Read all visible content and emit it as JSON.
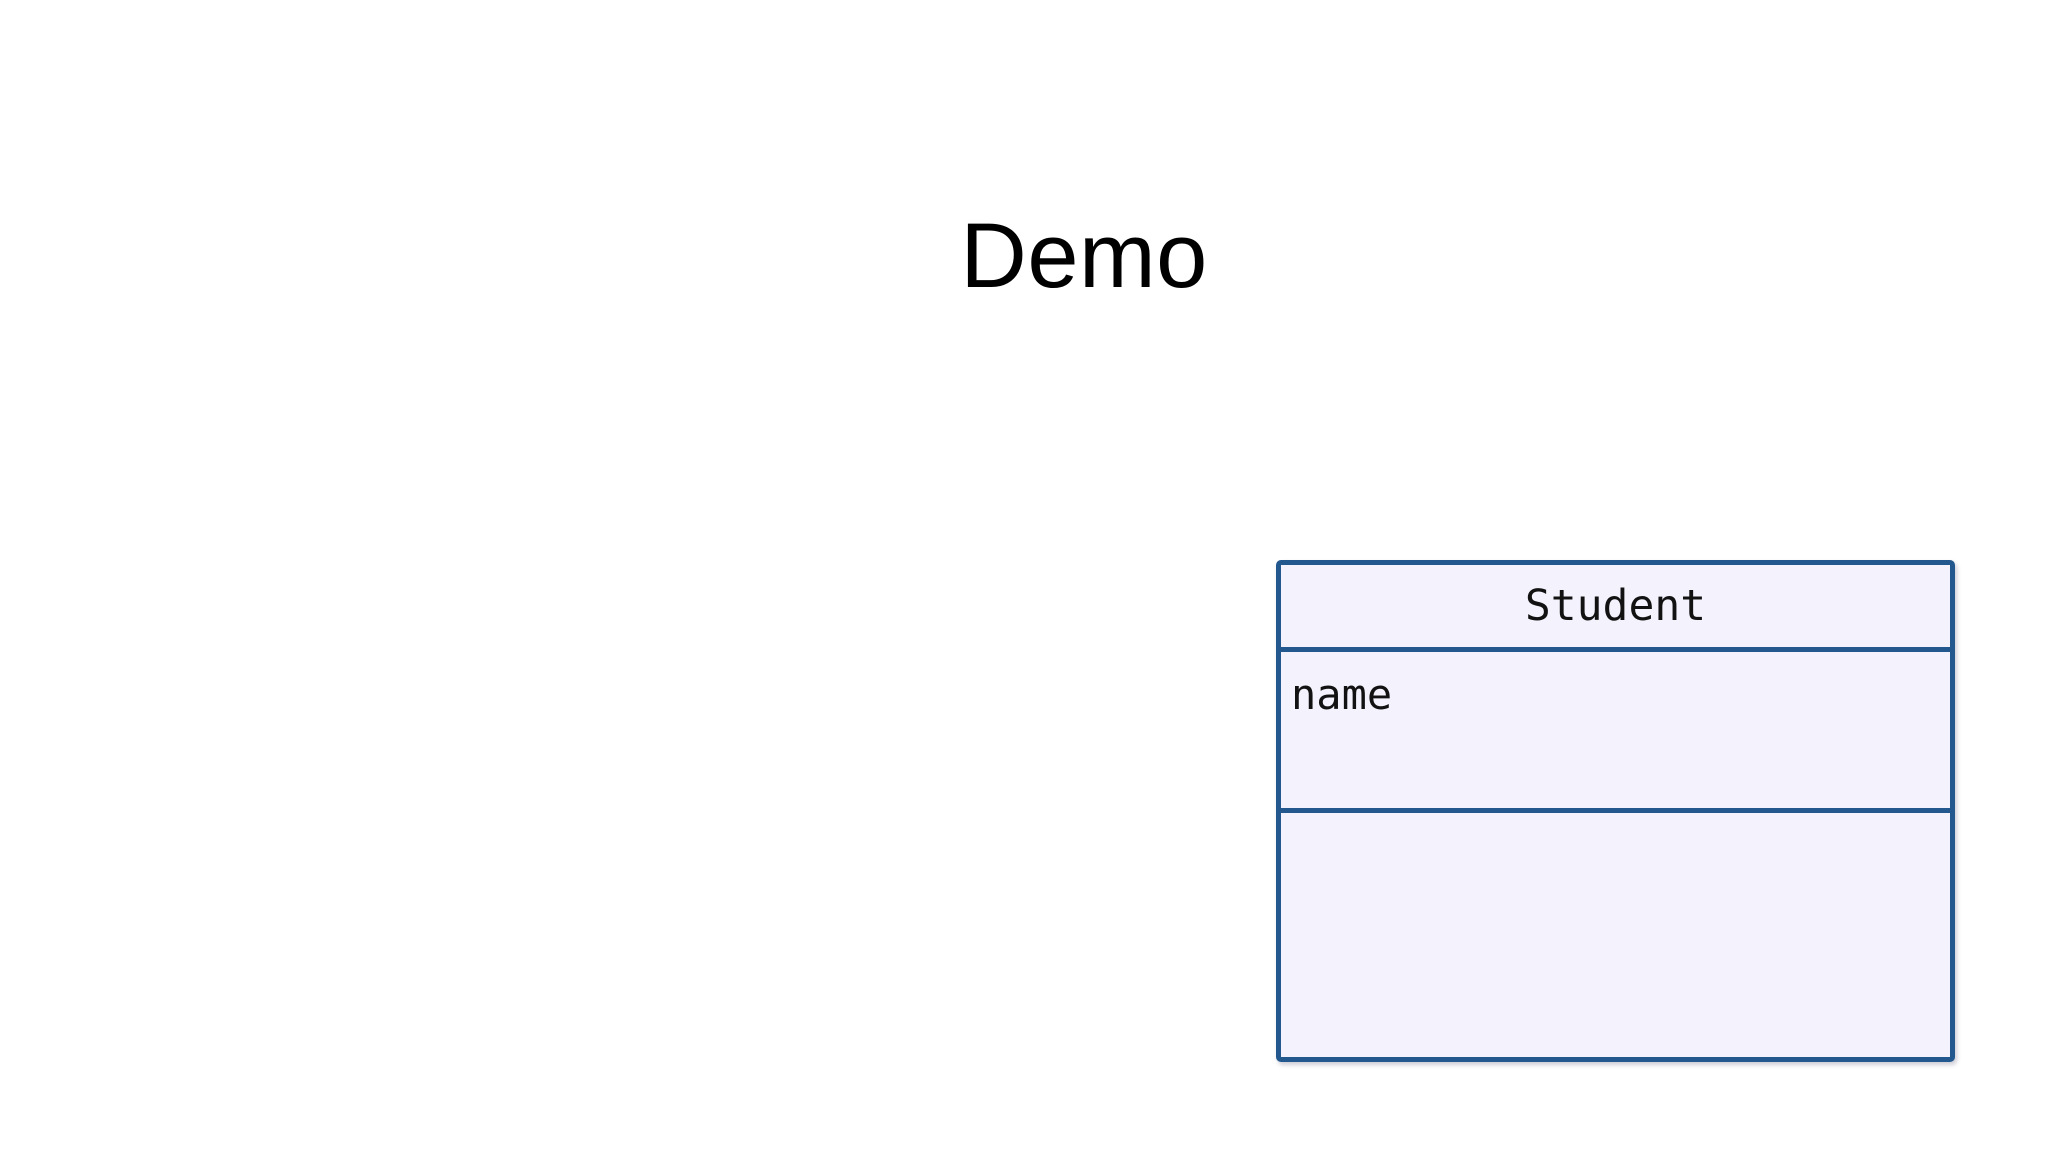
{
  "slide": {
    "title": "Demo",
    "background_color": "#FFFFFF",
    "title_color": "#000000"
  },
  "diagram": {
    "kind": "uml-class-diagram",
    "accent_color": "#23588E",
    "fill_color": "#F3F1FC",
    "classes": [
      {
        "name": "Student",
        "attributes": [
          "name"
        ],
        "methods": []
      }
    ]
  }
}
